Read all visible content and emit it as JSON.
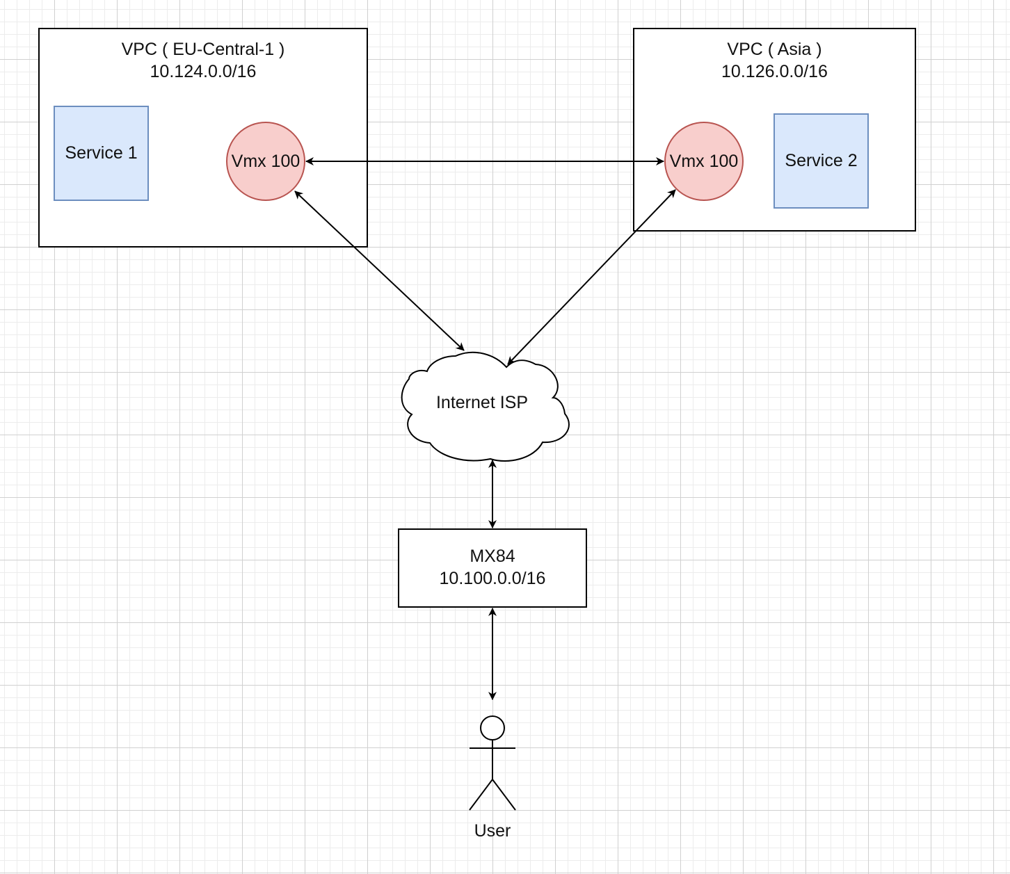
{
  "vpc_eu": {
    "title": "VPC ( EU-Central-1 )",
    "cidr": "10.124.0.0/16",
    "service_label": "Service 1",
    "router_label": "Vmx 100"
  },
  "vpc_asia": {
    "title": "VPC ( Asia )",
    "cidr": "10.126.0.0/16",
    "service_label": "Service 2",
    "router_label": "Vmx 100"
  },
  "internet": {
    "label": "Internet ISP"
  },
  "mx84": {
    "title": "MX84",
    "cidr": "10.100.0.0/16"
  },
  "user": {
    "label": "User"
  },
  "colors": {
    "service_fill": "#dae8fc",
    "service_stroke": "#6c8ebf",
    "router_fill": "#f8cecc",
    "router_stroke": "#b85450",
    "line": "#000000"
  }
}
